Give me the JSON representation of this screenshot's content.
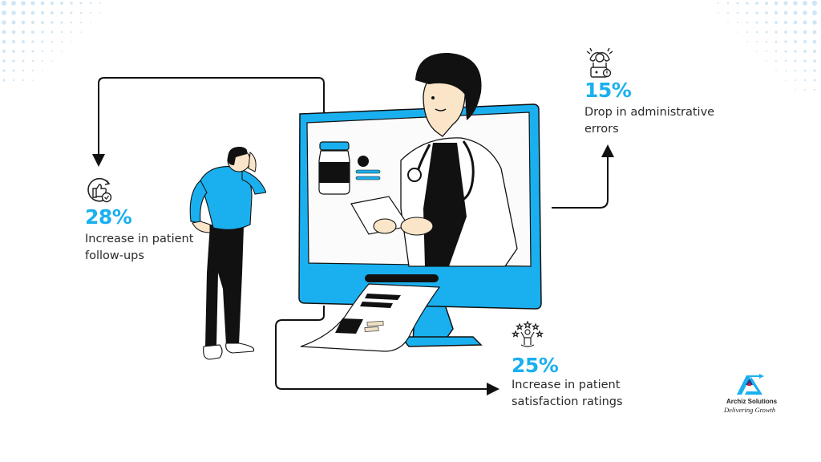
{
  "colors": {
    "accent": "#1ab0ef",
    "text": "#2a2a2a",
    "line": "#111111",
    "dots": "#cfe6f6"
  },
  "stats": [
    {
      "id": "followups",
      "icon": "thumbs-up-cycle-icon",
      "value": "28%",
      "line1": "Increase in patient",
      "line2": "follow-ups"
    },
    {
      "id": "errors",
      "icon": "stressed-person-laptop-icon",
      "value": "15%",
      "line1": "Drop in administrative",
      "line2": "errors"
    },
    {
      "id": "satisfaction",
      "icon": "person-stars-icon",
      "value": "25%",
      "line1": "Increase in patient",
      "line2": "satisfaction ratings"
    }
  ],
  "logo": {
    "name": "Archiz Solutions",
    "tagline": "Delivering Growth"
  }
}
